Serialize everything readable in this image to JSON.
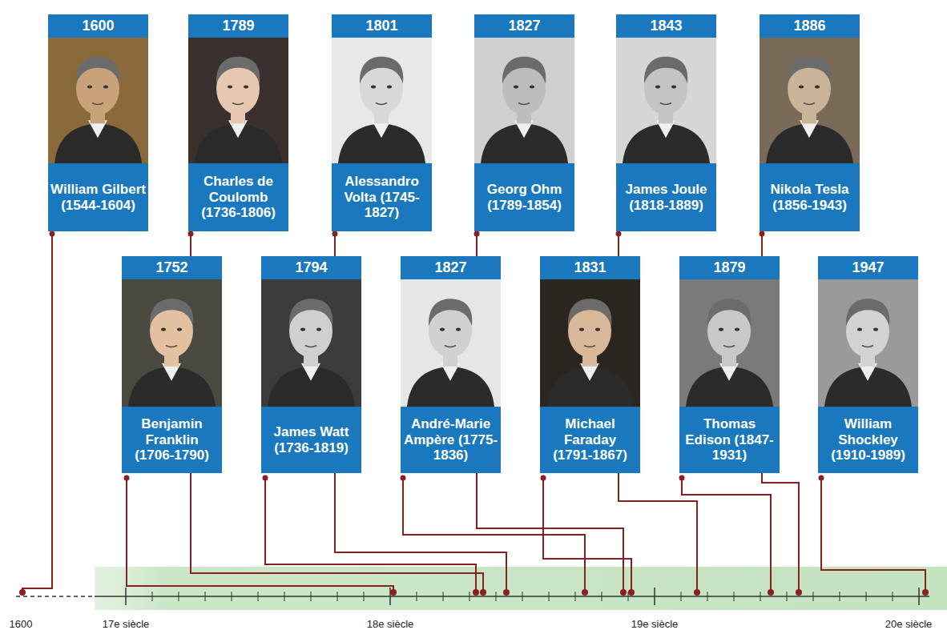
{
  "diagram": {
    "nodes": [
      {
        "text": [
          "1600",
          "William Gilbert (1544-1604)"
        ]
      },
      {
        "text": [
          "1789",
          "Charles de Coulomb (1736-1806)"
        ]
      },
      {
        "text": [
          "1801",
          "Alessandro Volta (1745-1827)"
        ]
      },
      {
        "text": [
          "1827",
          "Georg Ohm (1789-1854)"
        ]
      },
      {
        "text": [
          "1843",
          "James Joule (1818-1889)"
        ]
      },
      {
        "text": [
          "1886",
          "Nikola Tesla (1856-1943)"
        ]
      },
      {
        "text": [
          "1752",
          "Benjamin Franklin (1706-1790)"
        ]
      },
      {
        "text": [
          "1794",
          "James Watt (1736-1819)"
        ]
      },
      {
        "text": [
          "1827",
          "André-Marie Ampère (1775-1836)"
        ]
      },
      {
        "text": [
          "1831",
          "Michael Faraday (1791-1867)"
        ]
      },
      {
        "text": [
          "1879",
          "Thomas Edison (1847-1931)"
        ]
      },
      {
        "text": [
          "1947",
          "William Shockley (1910-1989)"
        ]
      }
    ],
    "labels": [
      "1600",
      "17e siècle",
      "18e siècle",
      "19e siècle",
      "20e siècle"
    ]
  }
}
